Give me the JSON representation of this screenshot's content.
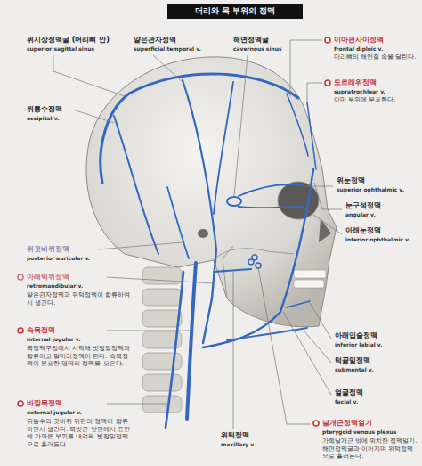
{
  "diagram": {
    "title": "머리와 목 부위의 정맥",
    "labels": [
      "위시상정맥굴 (머리뼈 안)",
      "superior sagittal sinus",
      "얕은관자정맥",
      "superficial temporal v.",
      "해면정맥굴",
      "cavernous sinus",
      "이마판사이정맥",
      "frontal diploic v.",
      "머리뼈의 해면질 속을 달린다.",
      "도르래위정맥",
      "supratrochlear v.",
      "이마 부위에 분포한다.",
      "뒤통수정맥",
      "occipital v.",
      "위눈정맥",
      "superior ophthalmic v.",
      "눈구석정맥",
      "angular v.",
      "아래눈정맥",
      "inferior ophthalmic v.",
      "뒤귓바퀴정맥",
      "posterior auricular v.",
      "아래턱뒤정맥",
      "retromandibular v.",
      "얕은관자정맥과 위턱정맥이 합류하여서 생긴다.",
      "속목정맥",
      "internal jugular v.",
      "목정맥구멍에서 시작해 빗장밑정맥과 합류하고 팔머리정맥이 된다. 속목정맥이 분포한 영역의 정맥을 모은다.",
      "아래입술정맥",
      "inferior labial v.",
      "턱끝밑정맥",
      "submental v.",
      "얼굴정맥",
      "facial v.",
      "바깥목정맥",
      "external jugular v.",
      "뒤통수와 귓바퀴 뒤편의 정맥이 합류하면서 생긴다. 목빗근 앞면에서 표면에 가까운 부위를 내려와 빗장밑정맥으로 흘러든다.",
      "위턱정맥",
      "maxillary v.",
      "날개근정맥얼기",
      "pterygoid venous plexus",
      "가쪽날개근 밖에 위치한 정맥얼기. 해면정맥굴과 이어지며 위턱정맥으로 흘러든다."
    ]
  }
}
